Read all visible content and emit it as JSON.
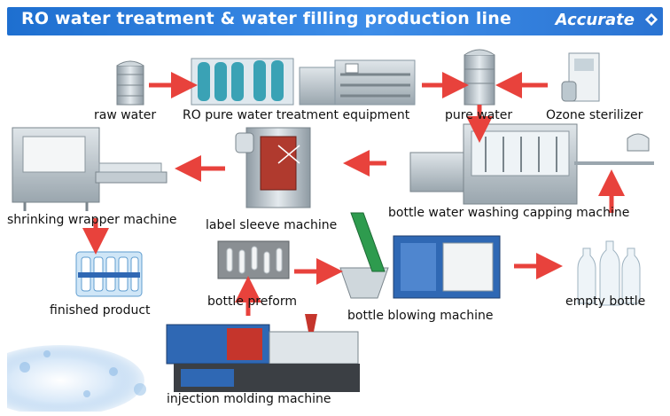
{
  "header": {
    "title": "RO water treatment & water filling production line",
    "brand": "Accurate",
    "brand_icon": "diamond-logo-icon",
    "bar_color": "#2a73d2"
  },
  "colors": {
    "arrow": "#e8423c",
    "steel": "#b8c4cc",
    "blue_machine": "#2f68b4",
    "green_conveyor": "#2e9b4e"
  },
  "stations": {
    "raw_water": "raw water",
    "ro_equipment": "RO pure water treatment equipment",
    "pure_water": "pure water",
    "ozone": "Ozone sterilizer",
    "shrink": "shrinking wrapper machine",
    "label_sleeve": "label sleeve machine",
    "washing_capping": "bottle water washing capping machine",
    "finished": "finished product",
    "preform": "bottle preform",
    "blowing": "bottle blowing machine",
    "empty_bottle": "empty bottle",
    "injection": "injection molding machine"
  }
}
